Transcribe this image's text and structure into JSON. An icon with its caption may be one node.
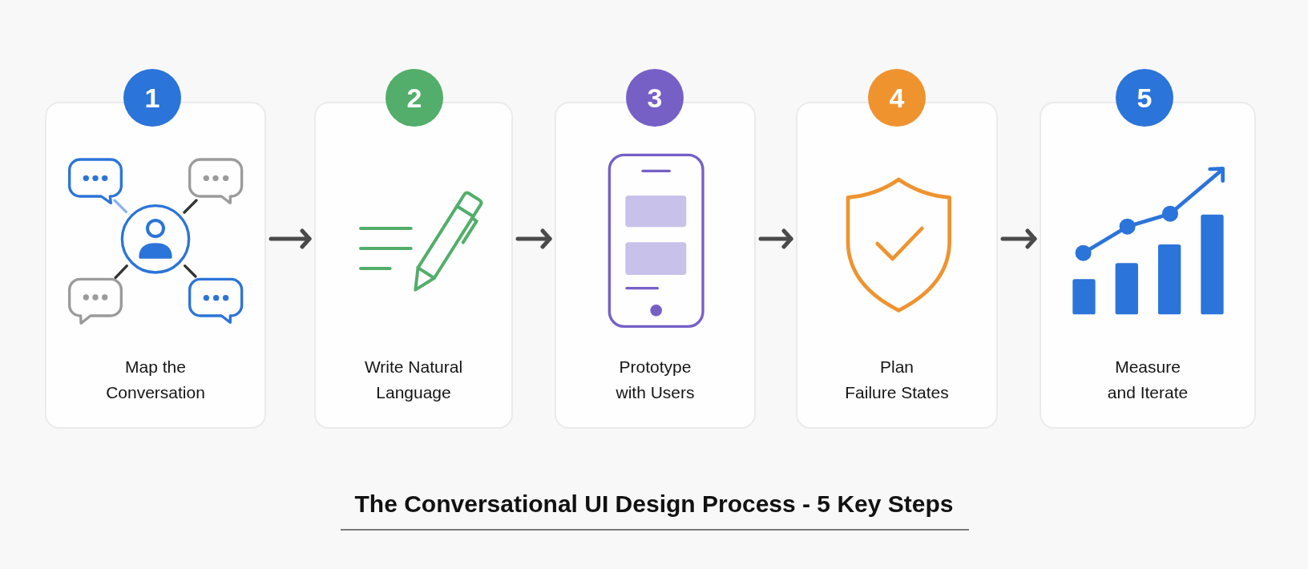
{
  "diagram": {
    "title": "The Conversational UI Design Process - 5 Key Steps",
    "nodes": [
      {
        "text": [
          "1"
        ]
      },
      {
        "text": [
          "Map the Conversation"
        ]
      },
      {
        "text": [
          "2"
        ]
      },
      {
        "text": [
          "Write Natural Language"
        ]
      },
      {
        "text": [
          "3"
        ]
      },
      {
        "text": [
          "Prototype with Users"
        ]
      },
      {
        "text": [
          "4"
        ]
      },
      {
        "text": [
          "Plan Failure States"
        ]
      },
      {
        "text": [
          "5"
        ]
      },
      {
        "text": [
          "Measure and Iterate"
        ]
      }
    ],
    "edges": [
      {
        "from": 1,
        "to": 3,
        "arrow": "to"
      },
      {
        "from": 3,
        "to": 5,
        "arrow": "to"
      },
      {
        "from": 5,
        "to": 7,
        "arrow": "to"
      },
      {
        "from": 7,
        "to": 9,
        "arrow": "to"
      }
    ]
  }
}
